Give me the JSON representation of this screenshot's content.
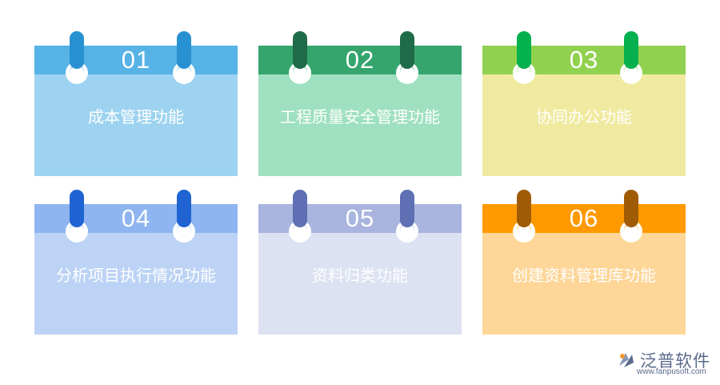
{
  "cards": [
    {
      "number": "01",
      "label": "成本管理功能",
      "colors": {
        "header": "#57b2e6",
        "body": "#9dd3f0",
        "tab": "#2891d2"
      }
    },
    {
      "number": "02",
      "label": "工程质量安全管理功能",
      "colors": {
        "header": "#35a56d",
        "body": "#9fe0c0",
        "tab": "#1f6a48"
      }
    },
    {
      "number": "03",
      "label": "协同办公功能",
      "colors": {
        "header": "#91d150",
        "body": "#f0eaa0",
        "tab": "#05b04e"
      }
    },
    {
      "number": "04",
      "label": "分析项目执行情况功能",
      "colors": {
        "header": "#8eb5f0",
        "body": "#bcd3f5",
        "tab": "#1f64d2"
      }
    },
    {
      "number": "05",
      "label": "资料归类功能",
      "colors": {
        "header": "#a9b5de",
        "body": "#dde2f2",
        "tab": "#5e6fb4"
      }
    },
    {
      "number": "06",
      "label": "创建资料管理库功能",
      "colors": {
        "header": "#ff9900",
        "body": "#fdd698",
        "tab": "#a05c05"
      }
    }
  ],
  "watermark": {
    "brand": "泛普软件",
    "url": "www.fanpusoft.com",
    "color": "#5a6a8c"
  }
}
